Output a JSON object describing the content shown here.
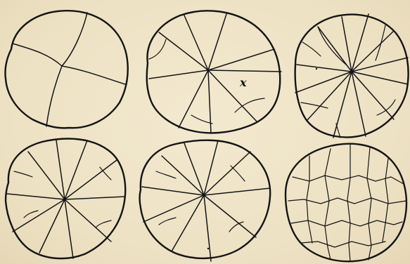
{
  "figure": {
    "type": "engraving",
    "subject_count": 6,
    "ink_color": "#141414",
    "paper_color": "#efe4c8",
    "labels": {
      "x_mark": "x"
    }
  }
}
